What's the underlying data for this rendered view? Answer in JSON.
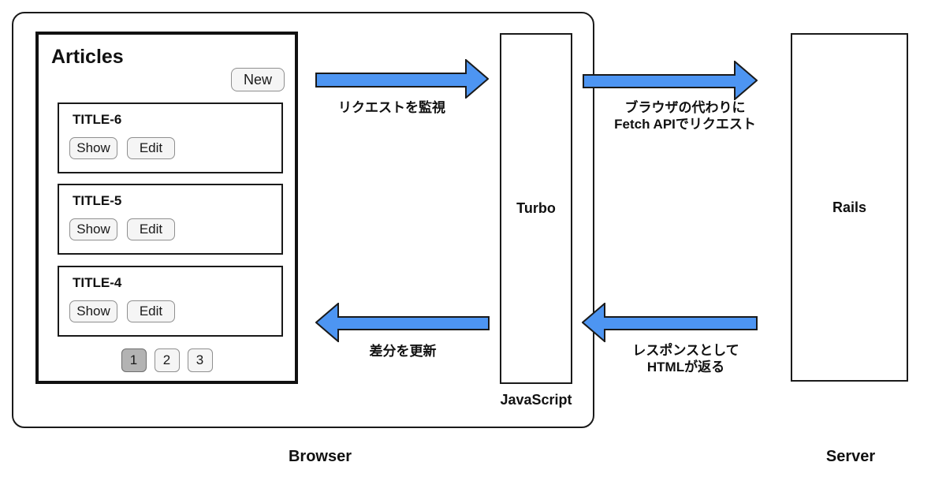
{
  "colors": {
    "arrow_fill": "#4D95F2",
    "arrow_stroke": "#1a1a1a"
  },
  "browser": {
    "label": "Browser",
    "articles": {
      "title": "Articles",
      "new_button_label": "New",
      "items": [
        {
          "title": "TITLE-6",
          "show_label": "Show",
          "edit_label": "Edit"
        },
        {
          "title": "TITLE-5",
          "show_label": "Show",
          "edit_label": "Edit"
        },
        {
          "title": "TITLE-4",
          "show_label": "Show",
          "edit_label": "Edit"
        }
      ],
      "pagination": {
        "pages": [
          "1",
          "2",
          "3"
        ],
        "active_page": "1"
      }
    },
    "turbo": {
      "label": "Turbo",
      "sublabel": "JavaScript"
    }
  },
  "server": {
    "label": "Server",
    "rails_label": "Rails"
  },
  "arrows": {
    "request_watch": {
      "label": "リクエストを監視",
      "direction": "right"
    },
    "fetch_request": {
      "line1": "ブラウザの代わりに",
      "line2": "Fetch APIでリクエスト",
      "direction": "right"
    },
    "response": {
      "line1": "レスポンスとして",
      "line2": "HTMLが返る",
      "direction": "left"
    },
    "diff_update": {
      "label": "差分を更新",
      "direction": "left"
    }
  }
}
